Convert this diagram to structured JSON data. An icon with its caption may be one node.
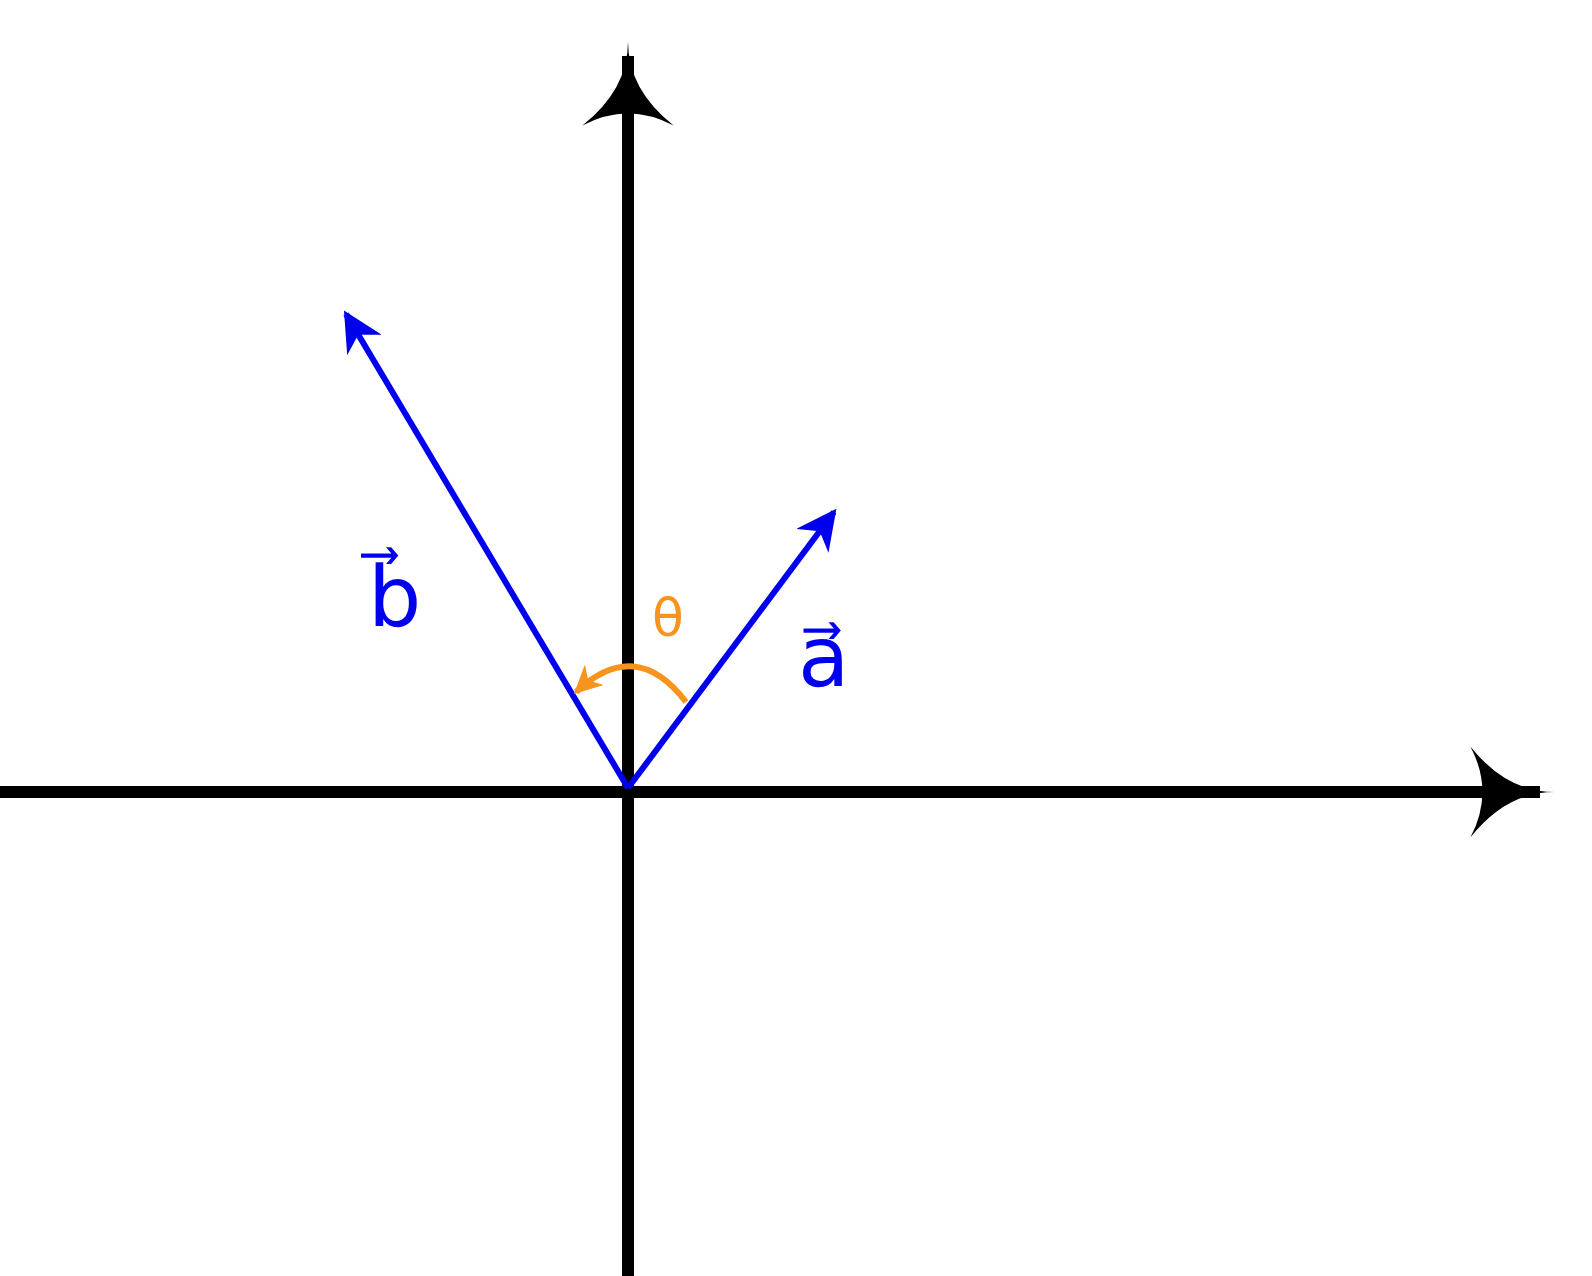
{
  "diagram": {
    "labels": [
      "b⃗",
      "θ",
      "a⃗"
    ]
  }
}
